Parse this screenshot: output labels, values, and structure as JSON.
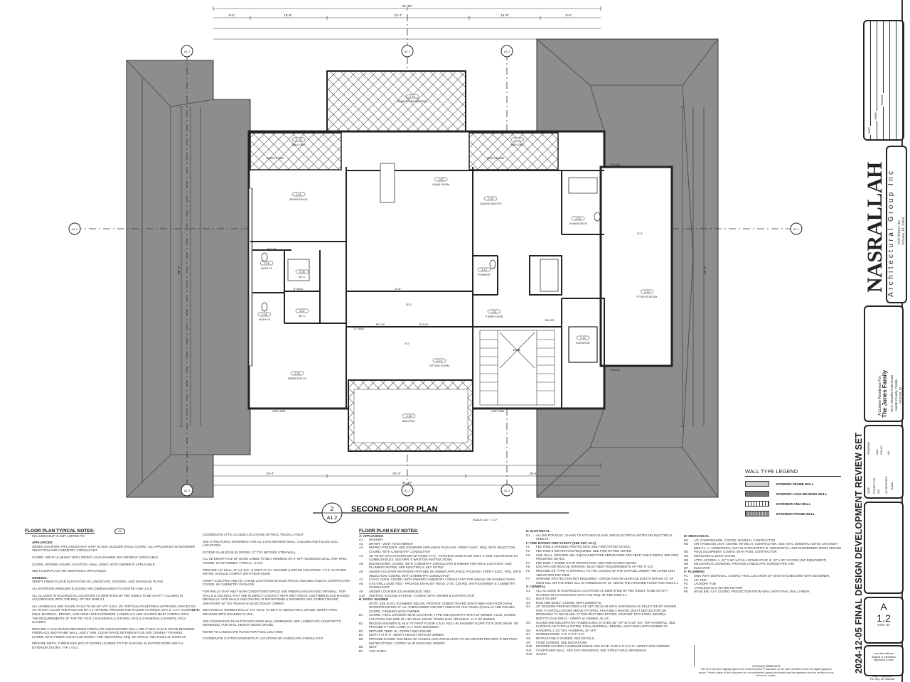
{
  "drawing": {
    "title": "SECOND FLOOR PLAN",
    "detail_number": "2",
    "sheet_ref": "A1.2",
    "scale": "SCALE: 1/4\" = 1'-0\"",
    "grid_marks": [
      "A1.2",
      "A1.2",
      "A1.2",
      "A1.2",
      "A1.2",
      "A1.2",
      "A1.2",
      "A1.2"
    ],
    "rooms": {
      "bedroom_02": {
        "tag": "2.01",
        "name": "BEDROOM 02"
      },
      "game_room": {
        "tag": "2.02",
        "name": "GAME ROOM"
      },
      "junior_master": {
        "tag": "2.03",
        "name": "JUNIOR MASTER"
      },
      "junior_bath": {
        "tag": "2.04",
        "name": "JUNIOR BATH"
      },
      "bath_02": {
        "tag": "2.05",
        "name": "BATH 02"
      },
      "wic_1": {
        "tag": "2.06",
        "name": "W.I.C."
      },
      "wic_2": {
        "tag": "2.07",
        "name": "W.I.C."
      },
      "bath_03": {
        "tag": "2.08",
        "name": "BATH 03"
      },
      "bedroom_03": {
        "tag": "2.09",
        "name": "BEDROOM 03"
      },
      "sitting_room": {
        "tag": "2.10",
        "name": "SITTING ROOM"
      },
      "stair_foyer": {
        "tag": "2.11",
        "name": "STAIR FOYER"
      },
      "powder": {
        "tag": "2.12",
        "name": "POWDER"
      },
      "elevator": {
        "tag": "2.13",
        "name": "ELEVATOR"
      },
      "fitness_room": {
        "tag": "2.14",
        "name": "FITNESS ROOM"
      },
      "game_room_balcony": {
        "tag": "2.15",
        "name": "GAME ROOM BALCONY"
      },
      "balcony_left": {
        "tag": "2.16",
        "name": "BALCONY"
      },
      "balcony_right": {
        "tag": "2.17",
        "name": "BALCONY"
      },
      "balcony_lower": {
        "tag": "2.18",
        "name": "BALCONY"
      },
      "otb": "O.T.B."
    },
    "dimensions": {
      "overall_top": "81'-10\"",
      "top_segments": [
        "6'-6\"",
        "16'-8\"",
        "22'-4\"",
        "16'-8\"",
        "6'-6\""
      ],
      "overall_bottom": "81'-10\"",
      "bottom_segments": [
        "16'-4\"",
        "22'-4\"",
        "16'-4\""
      ],
      "overall_left": "65'-4\"",
      "overall_right": "65'-4\"",
      "game_room_width": "19'-8\"",
      "hall_width": "15'-0\"",
      "sitting_width": "8'-0\"",
      "fitness_width": "12'-8\""
    },
    "wall_notes": [
      "PKT 4/0",
      "PKT 4/0",
      "PKT 2/8",
      "10\" WALL",
      "8\" WALL",
      "SIDELITE 3080",
      "SIDELITE 3080",
      "FG/2646",
      "FG/2646",
      "CSMT 3060",
      "CSMT 3060",
      "DN 22R"
    ]
  },
  "legend": {
    "title": "WALL TYPE LEGEND",
    "items": [
      {
        "label": "INTERIOR FRAME WALL",
        "color": "#cfcfcf"
      },
      {
        "label": "INTERIOR LOAD BEARING WALL",
        "color": "#777777"
      },
      {
        "label": "EXTERIOR CMU WALL",
        "color": "#ffffff"
      },
      {
        "label": "EXTERIOR FRAME WALL",
        "color": "#888888"
      }
    ]
  },
  "notes": {
    "typical": {
      "title": "FLOOR PLAN TYPICAL NOTES:",
      "tag": "XX",
      "intro": "INCLUDES BUT IS NOT LIMITED TO:",
      "col1": [
        {
          "h": "APPLIANCES:",
          "t": "UNDER COUNTER APPLIANCES MAY VARY IN SIZE. BUILDER SHALL COORD. ALL APPLIANCES W/ ID/OWNER SELECTION AND CABINETRY CONSULTANT"
        },
        {
          "t": "COORD. WIDTH & HEIGHT WITH FRONT LOAD WASHER AND DRYER IF APPLICABLE."
        },
        {
          "t": "COORD. IRONING BOARD LOCATION - WALL INSET, W/ ID/ OWNER IF APPLICABLE."
        },
        {
          "t": "SEE FLOOR PLAN FOR ADDITIONAL APPLIANCES"
        },
        {
          "h": "GENERAL:",
          "t": "VERIFY FINISH FLOOR ELEVATIONS W/ LANDSCAPE, GRADING, AND DRAINAGE PLANS."
        },
        {
          "t": "ALL EXTERIOR WINDOWS & DOORS ARE DIMENSIONED TO CENTER LINE U.N.O."
        },
        {
          "t": "ALL GLAZING IN HAZARDOUS LOCATIONS AS IDENTIFIED BY FBC R308.4 TO BE SAFETY GLAZING IN ACCORDANCE WITH THE REQ. OF FBC R308.3.1"
        },
        {
          "t": "ALL HANDRAILS AND GUARD RAILS TO BE 36\" AFF U.N.O. W/ VERTICAL PICKETS/BALUSTRADES SPACED SO AS TO NOT ALLOW THE PASSAGE OF A 4\" SPHERE. PROVIDE TOE RAILING AS REQ'D, MAX 2\" A.F.F. COORD. FINAL MATERIAL, DESIGN, AND FINISH WITH ID/OWNER. HANDRAILS AND GUARDS MUST COMPLY WITH THE REQUIREMENTS OF THE FBC R311.7.8 HANDRAILS (STAIRS), R311.8.3 HANDRAILS (RAMPS), R312 GUARDS."
        },
        {
          "t": "PROVIDE 1\" CLEARANCE BETWEEN FIREPLACE AND MASONRY WALL AND 2\" MIN. CLEAR SPACE BETWEEN FIREPLACE AND FRAME WALL, AND 2\" MIN. CLEAR SPACE BETWEEN FLUE AND CHIMNEY FRAMING. COORD. WITH FIREPLACE & FLUE MANUF. FOR ADDITIONAL REQ. OR SPECS. FBC R1001.11, R1003.18"
        },
        {
          "t": "PROVIDE METAL THRESHOLD (MT) AT DOORS LEADING TO THE GARAGE, ELEVATOR DOOR AND ALL EXTERIOR DOORS. TYP. U.N.O."
        }
      ],
      "col2": [
        {
          "t": "COORDINATE ATTIC ACCESS LOCATIONS W/ FINAL TRUSS LAYOUT"
        },
        {
          "t": "SEE STRUCTURAL DRAWINGS FOR ALL LOAD BEARING WALL, COLUMN AND FILLED CELL LOCATIONS."
        },
        {
          "t": "EXTEND SLAB EDGE @ DOORS 12\" TYP. BEYOND STEM WALL"
        },
        {
          "t": "ALL INTERIOR FACE OF DOOR JAMBS TO BE A MINIMUM OF 6\" OFF ADJOINING WALL FOR TRIM. COORD. W/ ID/ OWNER. TYPICAL, U.N.O."
        },
        {
          "t": "PROVIDE A 6\" WALL AT ALL W.C. & VENT AT ALL WASHER & DRYER LOCATIONS. V.T.E. CLOTHES DRYER, SHOULD COMPLY WITH FBCR M1501"
        },
        {
          "t": "VERIFY ELECTRIC AND A/C CHASE LOCATIONS W/ ELECTRICAL AND MECHANICAL CONTRACTOR. COORD. W/ CABINETRY PACKAGE."
        },
        {
          "t": "FOR WALLS THAT ABUT NON-CONDITIONED SPACE USE FIBERGLASS BACKED DRYWALL. FOR WALLS & CEILINGS THAT ARE IN DIRECT CONTACT WITH WET AREAS: USE FIBERGLASS BACKED DRYWALLS. FOR WALLS AND CEILING AT BATHROOMS & SHOWERS USE CEMENT BOARD SHEATHING W/ TILE FINISH AS SELECTED BY OWNER."
        },
        {
          "s": "SITE:",
          "t": "MECHANICAL SCREEN WALLS: T.O. WALL TO BE 5'-0\" ABOVE FINAL GRADE. VERIFY FINAL GRADING WITH GRADING PLANS."
        },
        {
          "t": "SEE FOUNDATION PLAN FOR RETAINING WALL DIMENSION. SEE LANDSCAPE ARCHITECT'S DRAWINGS. FOR WALL HEIGHT ABOVE GRADE."
        },
        {
          "t": "REFER TO LANDSCAPE PLANS FOR POOL LOCATION"
        },
        {
          "t": "COORDINATE GUTTER DOWNSPOUT LOCATIONS W/ LANDSCAPE CONSULTANT"
        }
      ]
    },
    "key": {
      "title": "FLOOR PLAN KEY NOTES:",
      "col3": [
        {
          "h": "A:   APPLIANCES"
        },
        {
          "c": "A1",
          "t": "WASHER"
        },
        {
          "c": "A2",
          "t": "DRYER - VENT TO EXTERIOR"
        },
        {
          "c": "A3",
          "t": "REFRIG./FREEZER -SEE ID/OWNER APPLIANCE PACKAGE- VERIFY ELEC. REQ. WITH SELECTION. COORD. WITH CABINETRY CONSULTANT"
        },
        {
          "c": "A4",
          "t": "48\" TO 60\" GAS STOVE/OVEN W/ HOOD V.T.E. - KITCHEN HOOD FLUE VENT, 2\" MIN. CLEARANCE TO COMBUSTIBLES. SEE MFR.'S WRITTEN INSTRUCTIONS"
        },
        {
          "c": "A5",
          "t": "DISHWASHER: COORD. WITH CABINETRY CONSULTANT & OWNER FOR FINAL LOCATION - SEE PLUMBING NOTES, SEE ELECTRICAL KEY NOTES."
        },
        {
          "c": "A6",
          "t": "UNDER COUNTER REFRIGERATOR-SEE ID/ OWNER APPLIANCE PACKAGE- VERIFY ELEC. REQ. WITH SELECTION. COORD. WITH CABINETRY CONSULTANT"
        },
        {
          "c": "A7",
          "t": "STACK OVEN- COORD. WITH OWNER/ CABINETRY CONSULTANT FOR SINGLE OR DOUBLE OVEN"
        },
        {
          "c": "A8",
          "t": "GAS GRILL (SIZE TBD) - PROVIDE EXHAUST HOOD, V.T.E. COORD. WITH ID/OWNER & CABINETRY CONSULTANT"
        },
        {
          "c": "A9",
          "t": "UNDER COUNTER ICE MAKER(SIZE TBD)"
        },
        {
          "c": "A10",
          "t": "CENTRAL VACUUM SYSTEM - COORD. WITH OWNER & CONTRACTOR."
        },
        {
          "h": "B:   BATH / SHOWER"
        },
        {
          "c": "",
          "t": "NOTE: SEE ALSO, PLUMBING BELOW. PROVIDE CEMENT BOARD SHEATHING AND HYDRO BAN WATERPROOFING AT ALL TUB/SHOWER AND WET AREAS W/ TILE FINISH @ WALLS AND CEILING. COORD. FINISHED W/ ID/ OWNER."
        },
        {
          "c": "B1",
          "t": "COORD. FINAL SHOWER HEAD LOCATION, TYPE AND QUANTITY WITH ID/ OWNER. ALSO, COORD. LOCATION AND SIZE OF ANY WALL NICHE, TOWEL BAR, OR SHELF. V.I.F. W/ OWNER."
        },
        {
          "c": "B2",
          "t": "RECESS SHOWER SLAB 6\" AT FIRST FLOOR U.N.O. ROLL-IN SHOWER SLOPE TO FLOOR DRAIN. OR PROVIDE 4\" HIGH CURB, V.I.F WITH ID/OWNER."
        },
        {
          "c": "B3",
          "t": "PROVIDE TEMP. GL. DOOR / ENCLOSURE."
        },
        {
          "c": "B4",
          "t": "SOFFIT AT 8'-0\". VERIFY HEIGHT WITH ID/ OWNER."
        },
        {
          "c": "B5",
          "t": "PROVIDE RAISED TUB-DECK W/ ACCESS AND VENTILATION TO SPA MOTOR PER MFR.'S WRITTEN INSTRUCTIONS. COORD. W/ ID PACKAGE/ OWNER"
        },
        {
          "c": "B6",
          "t": "SEAT"
        },
        {
          "c": "B7",
          "t": "TILE SHELF"
        }
      ],
      "col4": [
        {
          "h": "E:   ELECTRICAL"
        },
        {
          "c": "E1",
          "t": "ALLOW FOR ELEC. CHASE TO KITCHEN ISLAND. SEE ELECTRICAL NOTES ON ELECTRICAL SHEETS."
        },
        {
          "h": "F:   FIRE RATING/ FIRE SAFETY (SEE SHT. A0.2)"
        },
        {
          "c": "F1",
          "t": "FBC R302.5 OPENING PROTECTION. SEE FIRE RATING NOTES."
        },
        {
          "c": "F2",
          "t": "FBC R302.6 SEPARATION REQUIRED. SEE FIRE RATING NOTES."
        },
        {
          "c": "F3",
          "t": "CMU WALL. PROVIDE MIN. EQUIVALENT FIRE SEPARATION PER FBCR TABLE R302.6. SEE FIRE PROOFING NOTES."
        },
        {
          "c": "F4",
          "t": "FBC R302.7 UNDER STAIR PROTECTION. SEE FIRE RATING NOTES."
        },
        {
          "c": "F5",
          "t": "ESCAPE AND RESCUE OPENING. MUST MEET REQUIREMENTS OF FBC R 310"
        },
        {
          "c": "F6",
          "t": "PROVIDE 1/2\" TYPE 'X' DRYWALL TO THE CEILING OF THE GARAGE UNDER THE LIVING UNIT ABOVE PER FBC R302"
        },
        {
          "c": "F7",
          "t": "OPENING PROTECTION NOT REQUIRED - GRADE AND-OR SURFACE EXISTS WITHIN 72\" OF WDW SILL OR THE WDW SILL IS A MINIMUM OF 24\" ABOVE THE FINISHED FLOOR FBC R312.2.1"
        },
        {
          "h": "G:   GENERAL"
        },
        {
          "c": "G1",
          "t": "ALL GLAZING IN HAZARDOUS LOCATIONS AS IDENTIFIED BY FBC R308.4 TO BE SAFETY GLAZING IN ACCORDANCE WITH THE REQ. OF FBC R308.3.1"
        },
        {
          "c": "G2",
          "t": "BUILT-IN UNIT"
        },
        {
          "c": "G3",
          "t": "ROD AND SHELF. COORD. WITH OWNER/ ID"
        },
        {
          "c": "G4",
          "t": "48\" ISOKERN PREFAB FIREPLACE SET ON SLAB WITH SURROUND AS SELECTED BY OWNER. FOR TV INSTALLATIONS ABOVE FP OPNG. PROVIDE A MANTEL (HEAT DEFLECTOR) OR RECESSES TV NICHE MIN. 6\" FOR HEAT DEFLECTION. VENTING: ECO-STEEL (WOOD) / BVETTO (GAS ONLY) - VERIFY w/ OWNER_ID_GC"
        },
        {
          "c": "G5",
          "t": "GUARD AND DECORATIVE HANDRAILING SYSTEM 36\" AFF w/ 1-1/2\" DIA. TOP HANDRAIL. SEE FLOOR PLAN TYPICAL NOTES. FINAL MATERIAL, DESIGN, AND FINISH WITH OWNER/ ID."
        },
        {
          "c": "G6",
          "t": "HANDRAIL 1 1/2\" DIA. HANDRAIL 36\" AFF"
        },
        {
          "c": "G7",
          "t": "SCREEN DOOR: 3'-0\" X 8'-0\" V.I.F"
        },
        {
          "c": "G8",
          "t": "RETRACTABLE SCREEN. SEE DETAILS"
        },
        {
          "c": "G9",
          "t": "FIXED SCREEN. SEE ELEVATIONS"
        },
        {
          "c": "G10",
          "t": "POWDER COATED ALUMINUM FENCE AND GATE. PAIR 2'-6\" X 6'-0\". VERIFY WITH OWNER."
        },
        {
          "c": "G11",
          "t": "COURTYARD WALL. SEE SITE DRAWINGS. SEE STRUCTURAL DRAWINGS."
        },
        {
          "c": "G12",
          "t": "SAUNA"
        }
      ],
      "col5": [
        {
          "h": "M:   MECHANICAL"
        },
        {
          "c": "M1",
          "t": "A/C COMPRESSOR. COORD. W/ MECH. CONTRACTOR"
        },
        {
          "c": "M2",
          "t": "AIR HANDLING UNIT. COORD. W/ MECH. CONTRACTOR. SEE HVAC GENERAL NOTES ON SHEET MEP 0.1. A. HORIZONTAL UNIT IN ATTIC/SOFFIT. B. HORIZONTAL UNIT SUSPENDED FROM CEILING"
        },
        {
          "c": "M3",
          "t": "POOL EQUIPMENT. COORD. WITH POOL CONTRACTOR"
        },
        {
          "c": "M4",
          "t": "MECHANICAL DUCT CHASE"
        },
        {
          "c": "M5",
          "t": "ATTIC ACCESS. A. 22\" X 54\" w/ PULL DOWN STAIR. B. 22\" x 30\" ACCESS (NO EQUIPMENT)"
        },
        {
          "c": "M6",
          "t": "MECHANICAL SCREENS: PROVIDE LANDSCAPE SCREEN PER AHU"
        },
        {
          "c": "M7",
          "t": "ELEVATOR"
        },
        {
          "h": "P:   PLUMBING"
        },
        {
          "c": "P1",
          "t": "SINK WITH DISPOSAL. COORD. FINAL LOCATION OF MAIN KITCHEN SINK WITH ID/OWNER."
        },
        {
          "c": "P2",
          "t": "18\" SINK"
        },
        {
          "c": "P3",
          "t": "LAUNDRY TUB"
        },
        {
          "c": "P4",
          "t": "TANKLESS GAS WATER HEATER"
        },
        {
          "c": "P5",
          "t": "HOSE BIB. V.I.F. COORD. PROJECTION FROM WALL WITH FINAL WALL FINISH."
        }
      ]
    },
    "accuracy": {
      "title": "Accuracy Statement",
      "text": "This item has been digitally signed and sealed by Mark P Nasrallah on the date contained within the digital signature above. Printed copies of this document are not considered signed and sealed and the signature must be verified on any electronic copies."
    }
  },
  "title_block": {
    "revisions": {
      "date": "DATE",
      "mark": "MARK",
      "remark": "REMARK"
    },
    "firm_name": "NASRALLAH",
    "firm_sub": "Architectural Group Inc",
    "firm_address_1": "1009 Webster Ave",
    "firm_address_2": "Orlando, FL 32804",
    "project_for": "A Custom Residence For:",
    "client": "The Jones Family",
    "address_1": "36 S. Sewall's Point Road",
    "address_2": "Martin County, Florida",
    "parcel": "PARCEL ID",
    "set_title": "2024-12-05 FINAL DESIGN DEVELOPMENT REVIEW SET",
    "info": {
      "date_label": "DATE",
      "project_no_label": "PROJECT NO.",
      "project_no": "582",
      "drawn_by_label": "DRAWN BY",
      "drawn_by": "MAS",
      "chk_by_label": "CHK BY",
      "chk_by": "MN",
      "scale": "AS INDICATED",
      "scale_label": "SCALE"
    },
    "sheet_letter": "A",
    "sheet_number": "1.2",
    "sheet_label": "SHEET NO",
    "seal_text": "not valid without original or electronic signature & seal",
    "architect": "Mark P. Nasrallah",
    "registration": "Fla. Reg. AR 0008136"
  }
}
